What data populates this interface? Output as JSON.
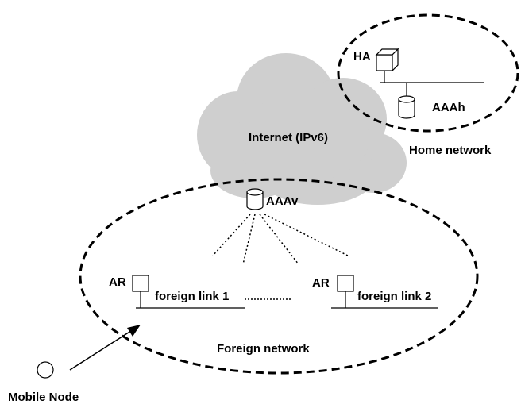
{
  "labels": {
    "ha": "HA",
    "aaah": "AAAh",
    "internet": "Internet (IPv6)",
    "home_network": "Home network",
    "aaav": "AAAv",
    "ar_1": "AR",
    "foreign_link_1": "foreign link 1",
    "ar_2": "AR",
    "foreign_link_2": "foreign link 2",
    "foreign_network": "Foreign network",
    "mobile_node": "Mobile Node"
  },
  "colors": {
    "cloud": "#cfcfcf",
    "stroke": "#000000",
    "background": "#ffffff"
  }
}
